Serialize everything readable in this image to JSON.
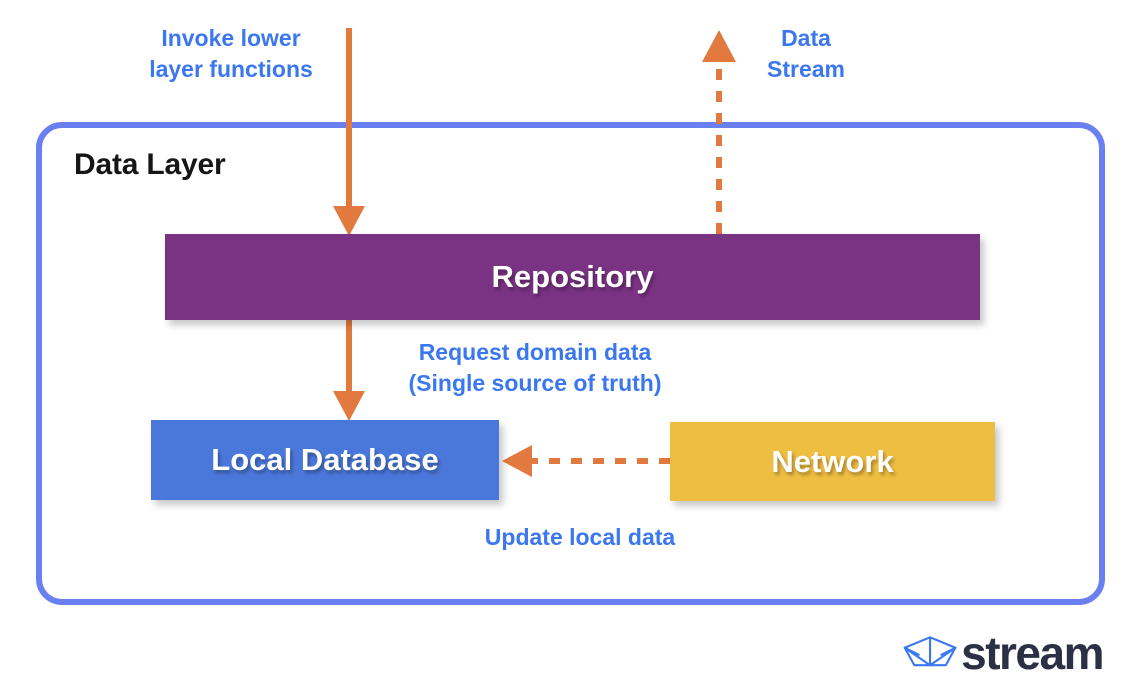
{
  "diagram": {
    "title": "Data Layer",
    "nodes": [
      {
        "id": "repository",
        "label": "Repository",
        "color": "#7a3383"
      },
      {
        "id": "local-database",
        "label": "Local Database",
        "color": "#4a77da"
      },
      {
        "id": "network",
        "label": "Network",
        "color": "#eebe42"
      }
    ],
    "annotations": [
      {
        "id": "invoke",
        "text": "Invoke lower\nlayer functions",
        "color": "#3b77ee"
      },
      {
        "id": "data-stream",
        "text": "Data\nStream",
        "color": "#3b77ee"
      },
      {
        "id": "request-domain-data",
        "text": "Request domain data\n(Single source of truth)",
        "color": "#3b77ee"
      },
      {
        "id": "update-local-data",
        "text": "Update local data",
        "color": "#3b77ee"
      }
    ],
    "connectors": [
      {
        "id": "invoke-to-repository",
        "style": "solid",
        "direction": "down",
        "color": "#e2793e"
      },
      {
        "id": "repository-to-local-database",
        "style": "solid",
        "direction": "down",
        "color": "#e2793e"
      },
      {
        "id": "repository-to-data-stream",
        "style": "dashed",
        "direction": "up",
        "color": "#e2793e"
      },
      {
        "id": "network-to-local-database",
        "style": "dashed",
        "direction": "left",
        "color": "#e2793e"
      }
    ],
    "border_color": "#6a7ff0"
  },
  "logo": {
    "word": "stream",
    "icon": "paper-boat-icon",
    "icon_color": "#3b77ee",
    "word_color": "#2b3044"
  }
}
